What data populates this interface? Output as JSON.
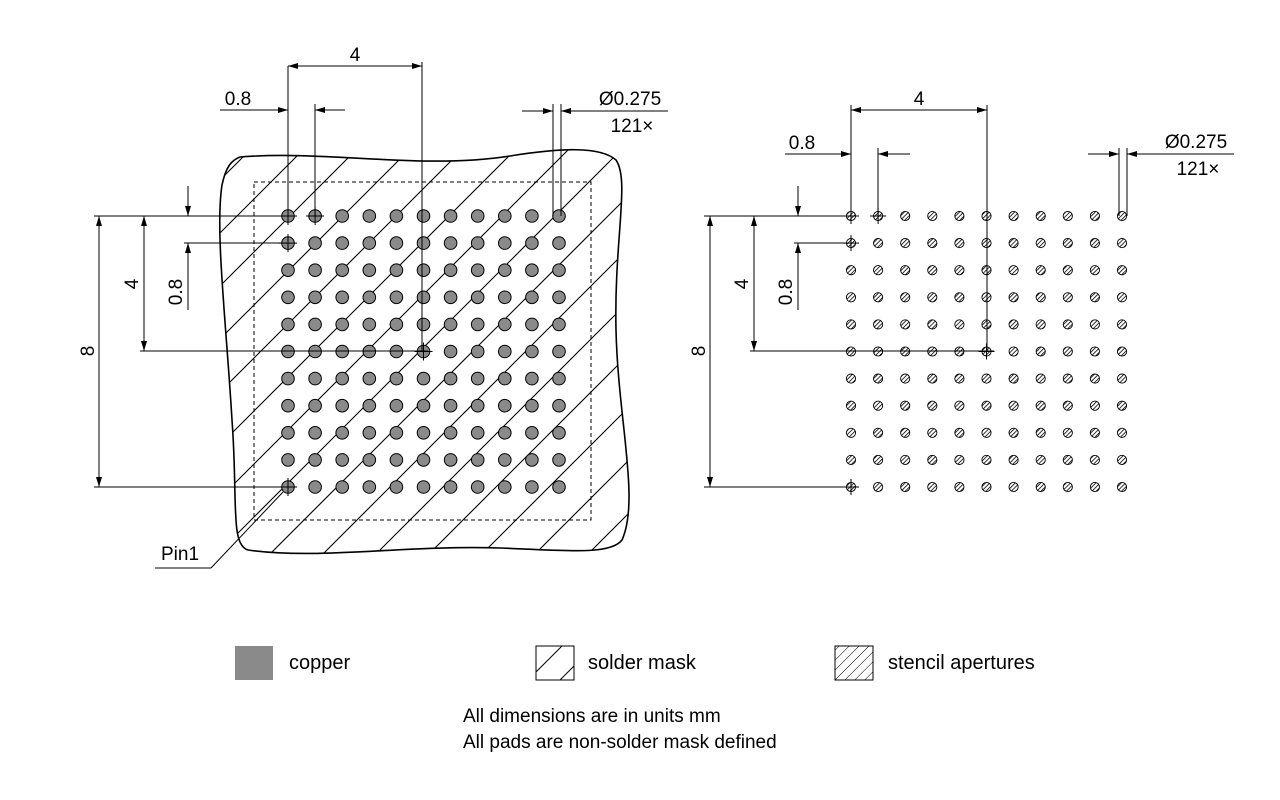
{
  "colors": {
    "copper": "#8a8a8a",
    "line": "#000000",
    "background": "#ffffff"
  },
  "pad_array": {
    "rows": 11,
    "cols": 11,
    "count": 121
  },
  "copper_view": {
    "pitch_x_label": "4",
    "pad_pitch_x_label": "0.8",
    "pad_diameter_label": "Ø0.275",
    "pad_count_label": "121×",
    "pitch_y_label": "4",
    "pad_pitch_y_label": "0.8",
    "span_y_label": "8",
    "pin1_label": "Pin1"
  },
  "stencil_view": {
    "pitch_x_label": "4",
    "pad_pitch_x_label": "0.8",
    "pad_diameter_label": "Ø0.275",
    "pad_count_label": "121×",
    "pitch_y_label": "4",
    "pad_pitch_y_label": "0.8",
    "span_y_label": "8"
  },
  "legend": {
    "copper_label": "copper",
    "solder_mask_label": "solder mask",
    "stencil_label": "stencil apertures"
  },
  "notes": {
    "line1": "All dimensions are in units mm",
    "line2": "All pads are non-solder mask defined"
  }
}
